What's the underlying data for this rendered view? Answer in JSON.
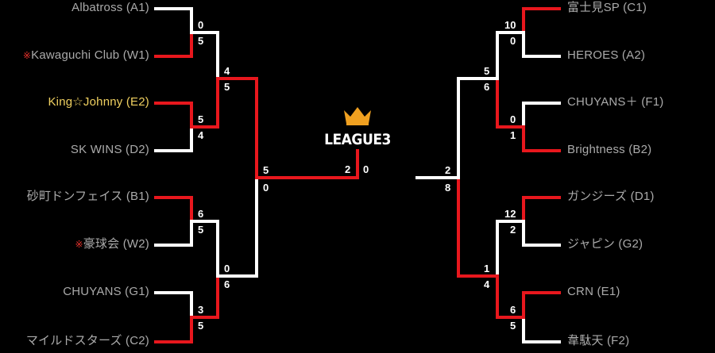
{
  "title": "LEAGUE3",
  "colors": {
    "win": "#e8171d",
    "lose": "#ffffff",
    "label": "#aaaaaa",
    "highlight": "#f0d060",
    "mark": "#e8322c",
    "crown": "#f0a020"
  },
  "left": {
    "teams": [
      {
        "name": "Albatross (A1)",
        "mark": "",
        "highlight": false
      },
      {
        "name": "Kawaguchi Club (W1)",
        "mark": "※",
        "highlight": false
      },
      {
        "name": "King☆Johnny (E2)",
        "mark": "",
        "highlight": true
      },
      {
        "name": "SK WINS (D2)",
        "mark": "",
        "highlight": false
      },
      {
        "name": "砂町ドンフェイス (B1)",
        "mark": "",
        "highlight": false
      },
      {
        "name": "豪球会 (W2)",
        "mark": "※",
        "highlight": false
      },
      {
        "name": "CHUYANS (G1)",
        "mark": "",
        "highlight": false
      },
      {
        "name": "マイルドスターズ (C2)",
        "mark": "",
        "highlight": false
      }
    ],
    "r1": [
      [
        "0",
        "5"
      ],
      [
        "5",
        "4"
      ],
      [
        "6",
        "5"
      ],
      [
        "3",
        "5"
      ]
    ],
    "r2": [
      [
        "4",
        "5"
      ],
      [
        "0",
        "6"
      ]
    ],
    "semi": [
      "5",
      "0"
    ]
  },
  "right": {
    "teams": [
      {
        "name": "富士見SP (C1)",
        "mark": "",
        "highlight": false
      },
      {
        "name": "HEROES (A2)",
        "mark": "",
        "highlight": false
      },
      {
        "name": "CHUYANS＋ (F1)",
        "mark": "",
        "highlight": false
      },
      {
        "name": "Brightness (B2)",
        "mark": "",
        "highlight": false
      },
      {
        "name": "ガンジーズ (D1)",
        "mark": "",
        "highlight": false
      },
      {
        "name": "ジャピン (G2)",
        "mark": "",
        "highlight": false
      },
      {
        "name": "CRN (E1)",
        "mark": "",
        "highlight": false
      },
      {
        "name": "韋駄天 (F2)",
        "mark": "",
        "highlight": false
      }
    ],
    "r1": [
      [
        "10",
        "0"
      ],
      [
        "0",
        "1"
      ],
      [
        "12",
        "2"
      ],
      [
        "6",
        "5"
      ]
    ],
    "r2": [
      [
        "5",
        "6"
      ],
      [
        "1",
        "4"
      ]
    ],
    "semi": [
      "2",
      "8"
    ]
  },
  "final": [
    "2",
    "0"
  ]
}
